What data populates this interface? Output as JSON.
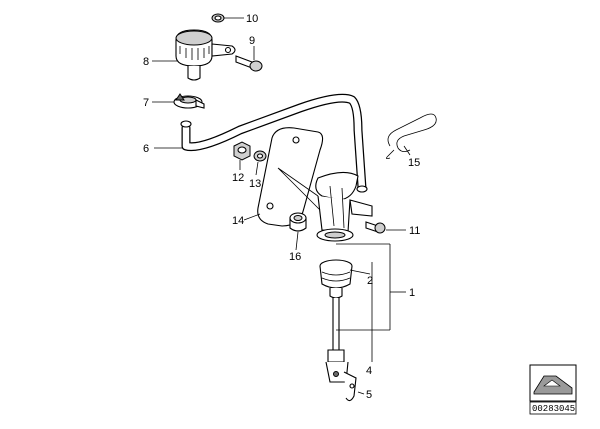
{
  "callouts": [
    {
      "id": "10",
      "label": "10"
    },
    {
      "id": "9",
      "label": "9"
    },
    {
      "id": "8",
      "label": "8"
    },
    {
      "id": "7",
      "label": "7"
    },
    {
      "id": "6",
      "label": "6"
    },
    {
      "id": "12",
      "label": "12"
    },
    {
      "id": "13",
      "label": "13"
    },
    {
      "id": "15",
      "label": "15"
    },
    {
      "id": "14",
      "label": "14"
    },
    {
      "id": "16",
      "label": "16"
    },
    {
      "id": "11",
      "label": "11"
    },
    {
      "id": "2",
      "label": "2"
    },
    {
      "id": "1",
      "label": "1"
    },
    {
      "id": "4",
      "label": "4"
    },
    {
      "id": "5",
      "label": "5"
    }
  ],
  "reference_code": "00283045",
  "icons": {
    "corner_badge": "car-silhouette-icon"
  }
}
